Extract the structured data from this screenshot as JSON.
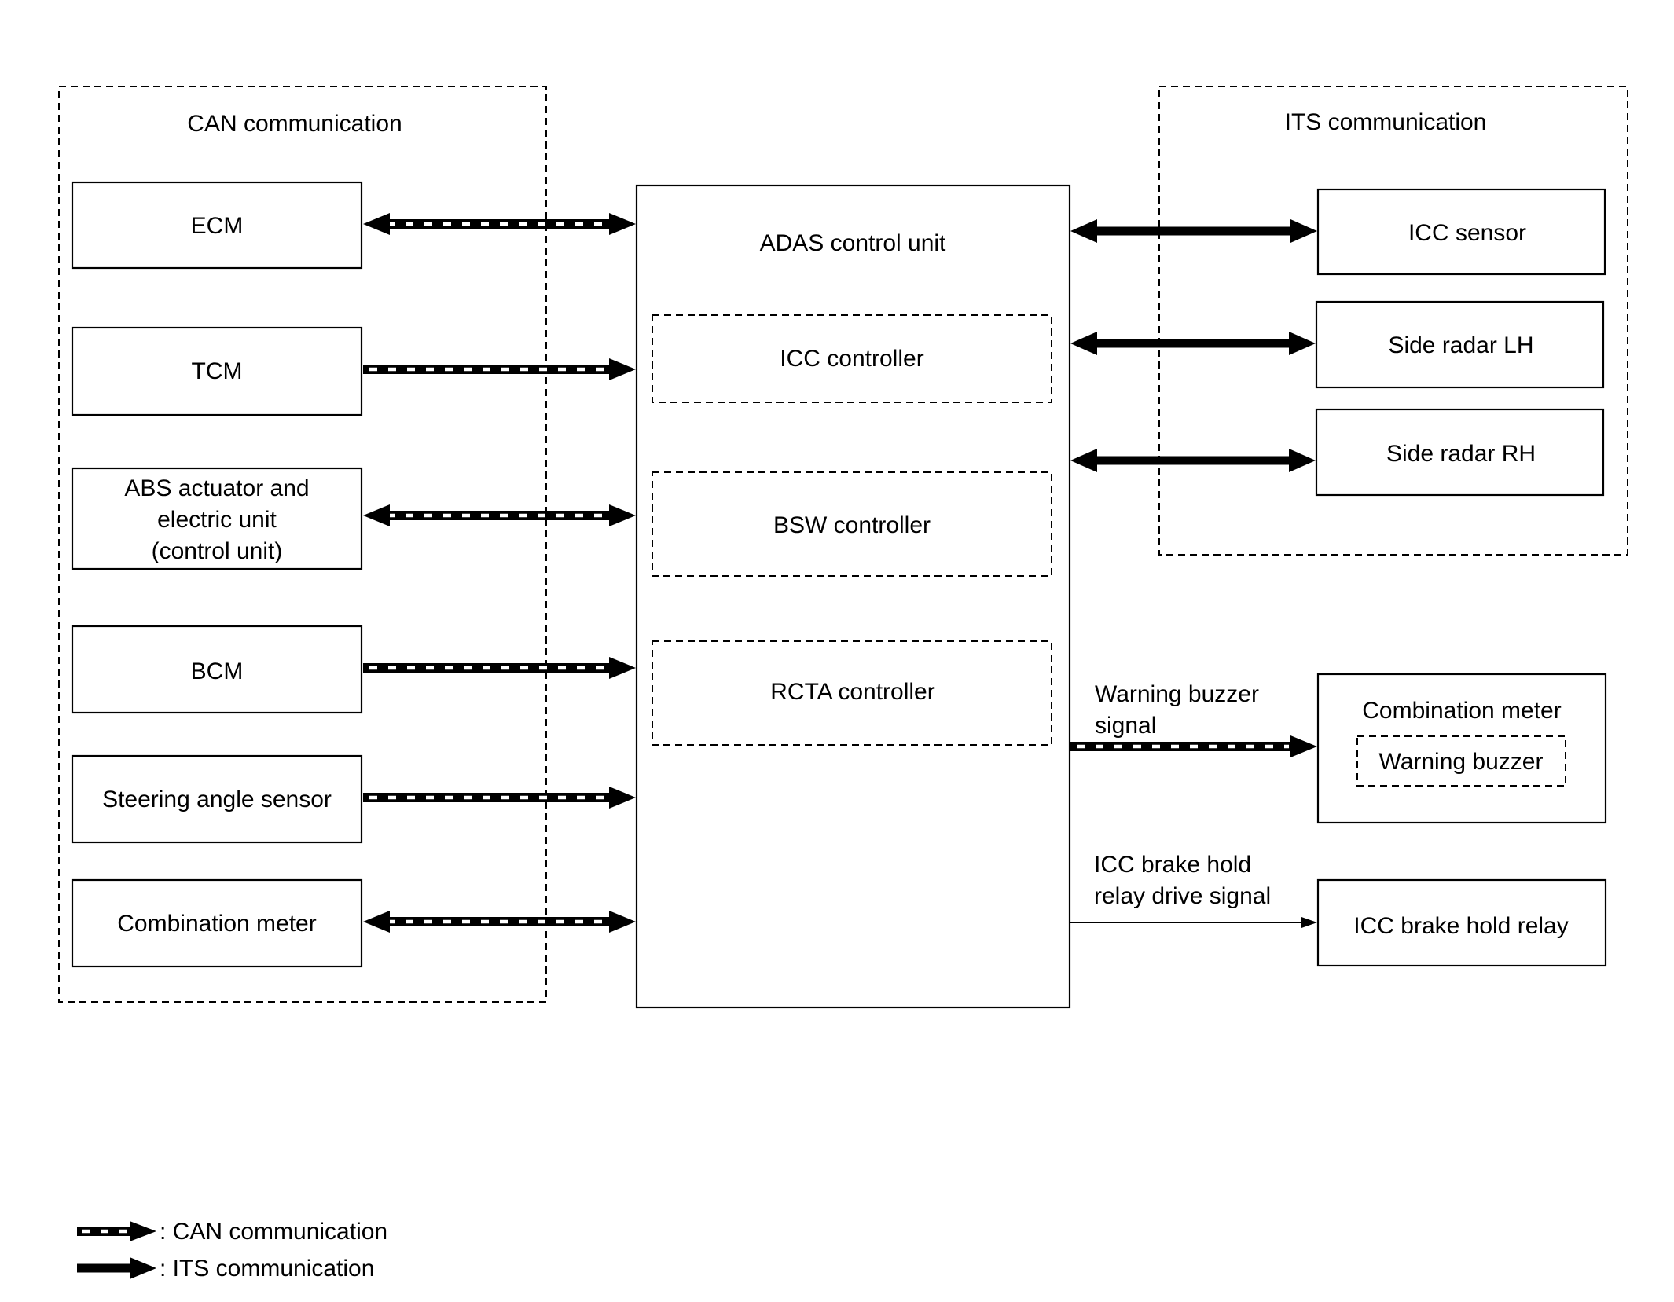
{
  "groups": {
    "can_group_title": "CAN communication",
    "its_group_title": "ITS communication"
  },
  "left_units": {
    "ecm": "ECM",
    "tcm": "TCM",
    "abs_line1": "ABS actuator and",
    "abs_line2": "electric unit",
    "abs_line3": "(control unit)",
    "bcm": "BCM",
    "steering": "Steering angle sensor",
    "combination_meter": "Combination meter"
  },
  "center": {
    "adas_title": "ADAS  control unit",
    "icc_controller": "ICC  controller",
    "bsw_controller": "BSW controller",
    "rcta_controller": "RCTA controller"
  },
  "right_units": {
    "icc_sensor": "ICC sensor",
    "side_radar_lh": "Side radar LH",
    "side_radar_rh": "Side radar RH",
    "combination_meter": "Combination meter",
    "warning_buzzer": "Warning buzzer",
    "icc_brake_hold_relay": "ICC brake hold relay"
  },
  "signals": {
    "warning_buzzer_line1": "Warning buzzer",
    "warning_buzzer_line2": "signal",
    "brake_hold_line1": "ICC brake hold",
    "brake_hold_line2": "relay drive signal"
  },
  "legend": {
    "can": ": CAN communication",
    "its": ": ITS communication"
  }
}
